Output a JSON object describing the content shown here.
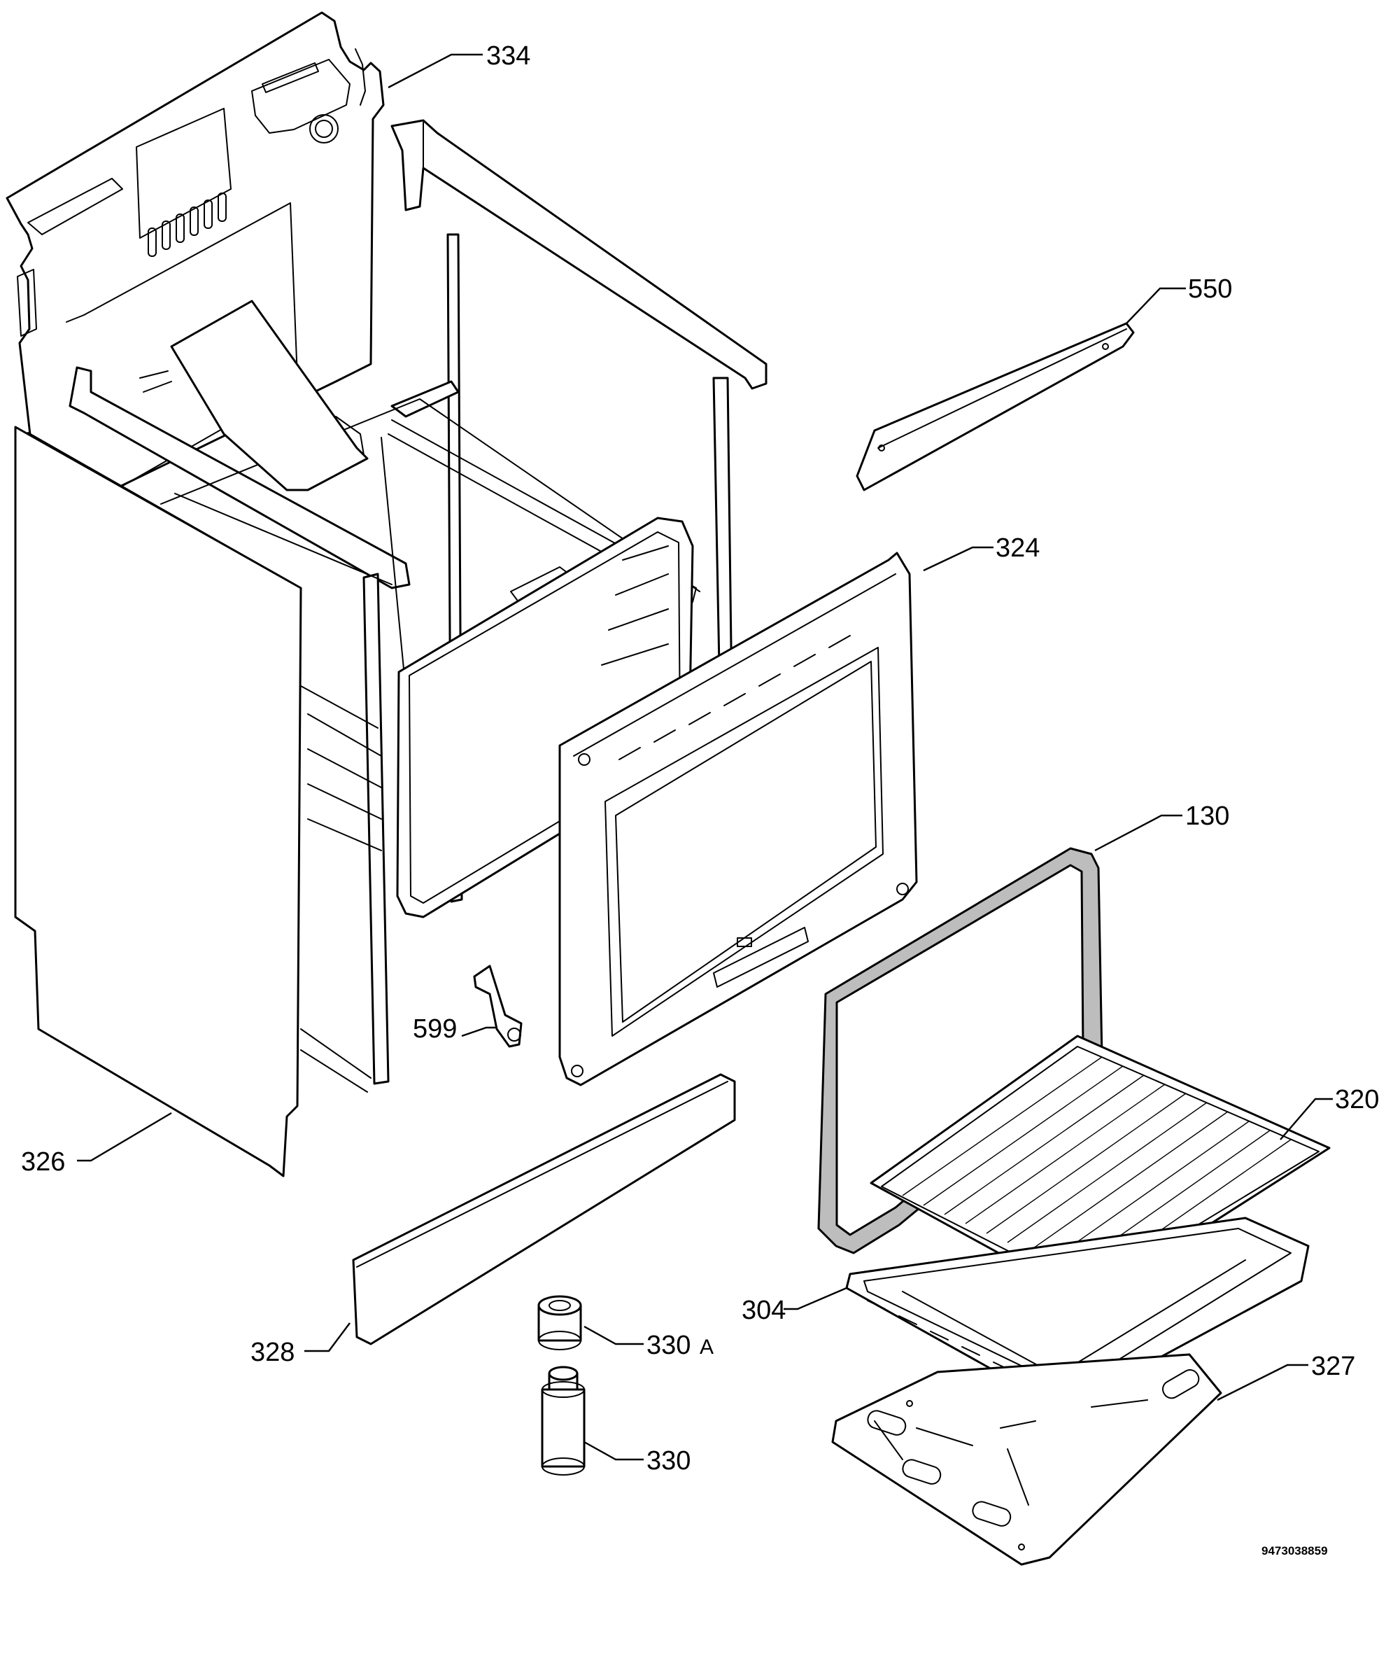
{
  "diagram": {
    "type": "exploded-parts-view",
    "part_labels": {
      "p334": "334",
      "p550": "550",
      "p324": "324",
      "p130": "130",
      "p320": "320",
      "p599": "599",
      "p326": "326",
      "p328": "328",
      "p304": "304",
      "p330a": "330",
      "p330a_suffix": "A",
      "p327": "327",
      "p330": "330"
    },
    "document_number": "9473038859"
  }
}
